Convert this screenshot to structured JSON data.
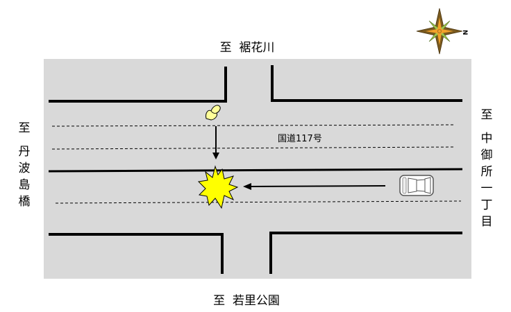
{
  "directions": {
    "north_prefix": "至",
    "north_place": "裾花川",
    "south_prefix": "至",
    "south_place": "若里公園",
    "west_prefix": "至",
    "west_chars": [
      "丹",
      "波",
      "島",
      "橋"
    ],
    "east_prefix": "至",
    "east_chars": [
      "中",
      "御",
      "所",
      "一",
      "丁",
      "目"
    ]
  },
  "road": {
    "name": "国道117号"
  },
  "compass": {
    "letter": "N"
  },
  "colors": {
    "road_surface": "#d9d9d9",
    "collision": "#ffff00",
    "pedestrian": "#ffff99"
  }
}
